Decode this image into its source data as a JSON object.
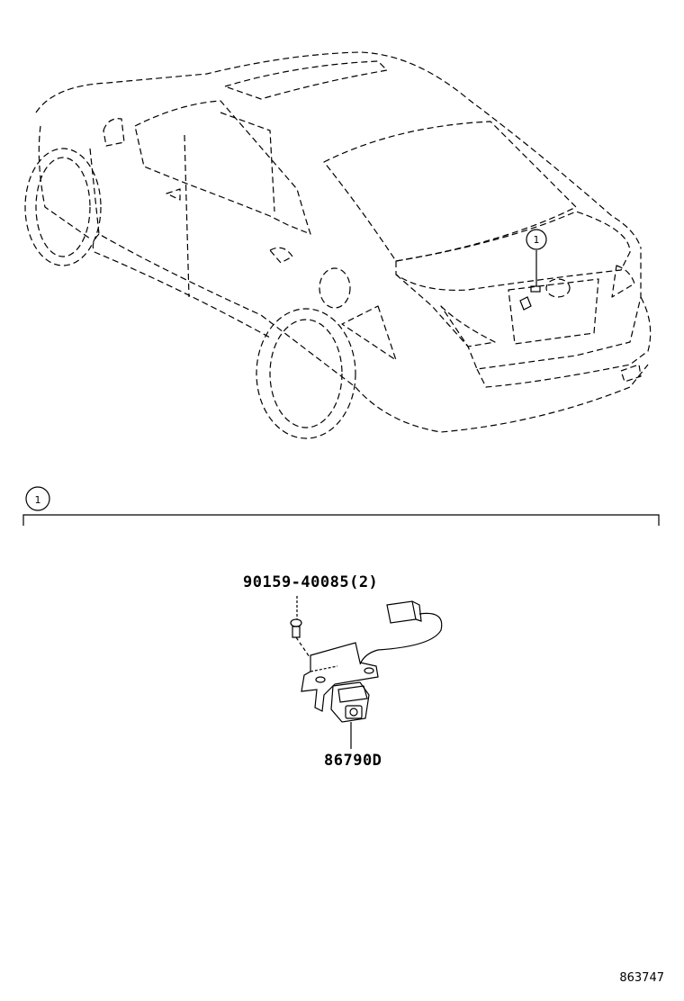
{
  "diagram": {
    "callout_number": "1",
    "section_number": "1",
    "parts": [
      {
        "part_number": "90159-40085(2)"
      },
      {
        "part_number": "86790D"
      }
    ],
    "diagram_id": "863747"
  }
}
